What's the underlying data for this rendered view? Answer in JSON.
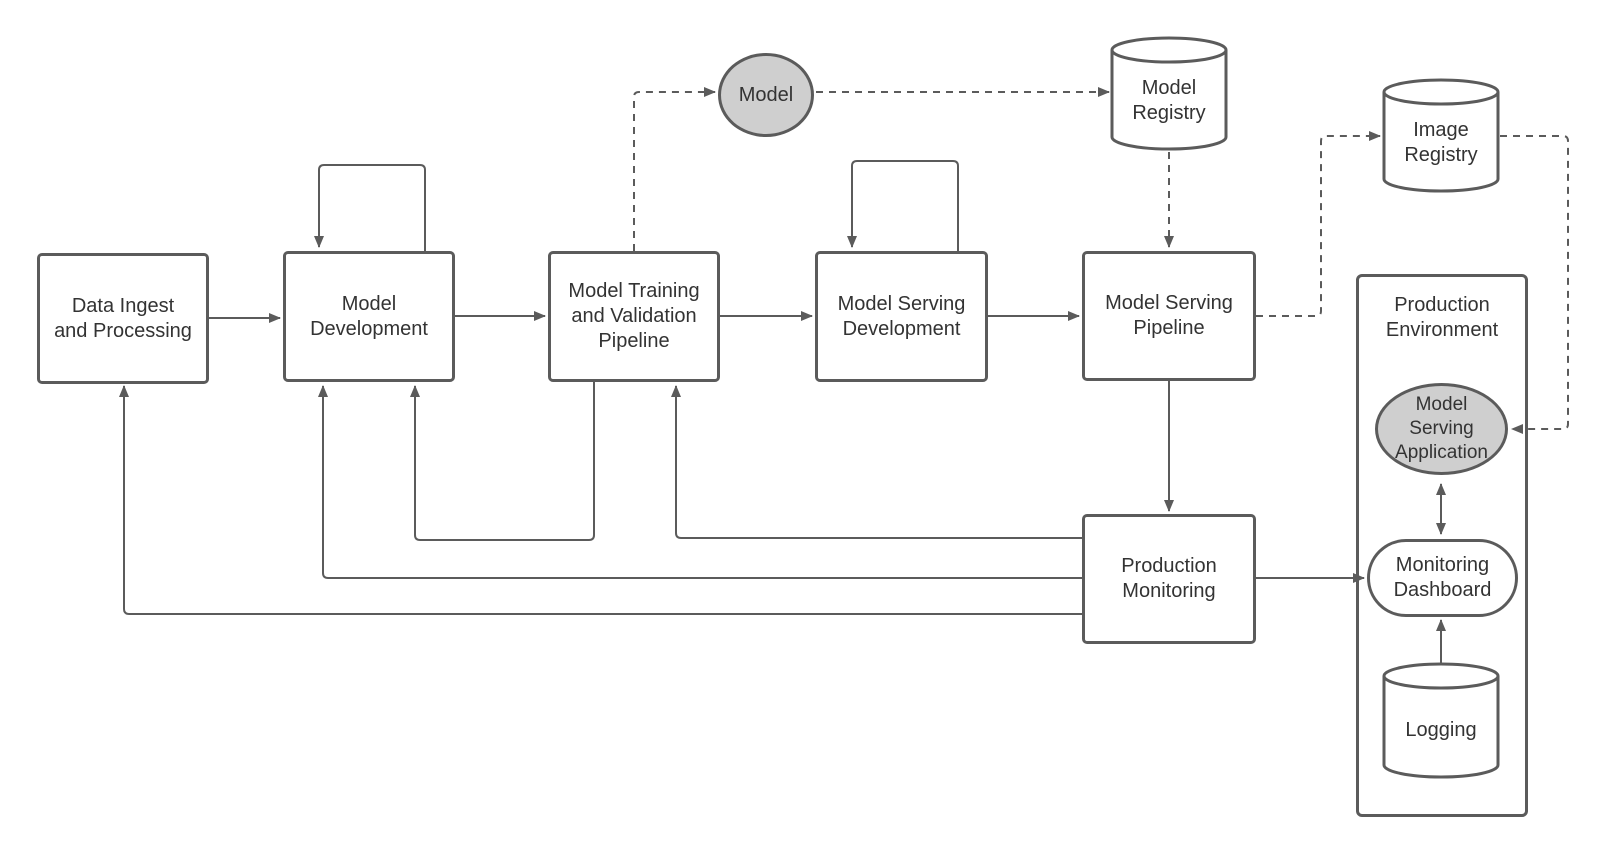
{
  "nodes": {
    "data_ingest": "Data Ingest\nand Processing",
    "model_development": "Model\nDevelopment",
    "model_training": "Model Training\nand Validation\nPipeline",
    "model_serving_development": "Model Serving\nDevelopment",
    "model_serving_pipeline": "Model Serving\nPipeline",
    "production_monitoring": "Production\nMonitoring",
    "model": "Model",
    "model_registry": "Model\nRegistry",
    "image_registry": "Image\nRegistry",
    "production_environment": "Production\nEnvironment",
    "model_serving_application": "Model\nServing\nApplication",
    "monitoring_dashboard": "Monitoring\nDashboard",
    "logging": "Logging"
  },
  "colors": {
    "stroke": "#5b5b5b",
    "fill_highlight": "#cfcfcf",
    "text": "#333333"
  }
}
